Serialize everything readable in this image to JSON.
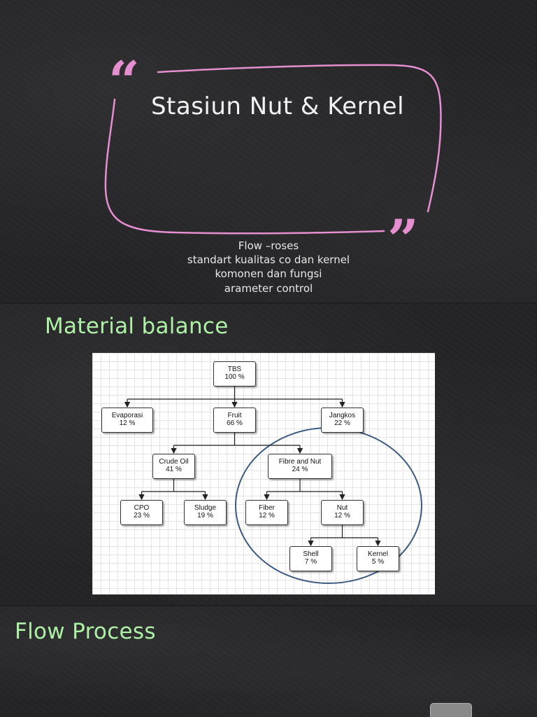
{
  "slide1": {
    "title": "Stasiun Nut & Kernel",
    "quote_open": "“",
    "quote_close": "”",
    "lines": [
      "Flow –roses",
      "standart kualitas co dan kernel",
      "komonen dan fungsi",
      "arameter control"
    ],
    "accent_color": "#e58fd0"
  },
  "slide2": {
    "title": "Material balance",
    "diagram": {
      "nodes": [
        {
          "id": "tbs",
          "label": "TBS",
          "value": "100 %"
        },
        {
          "id": "evaporasi",
          "label": "Evaporasi",
          "value": "12 %"
        },
        {
          "id": "fruit",
          "label": "Fruit",
          "value": "66 %"
        },
        {
          "id": "jangkos",
          "label": "Jangkos",
          "value": "22 %"
        },
        {
          "id": "crude-oil",
          "label": "Crude Oil",
          "value": "41 %"
        },
        {
          "id": "fibre-nut",
          "label": "Fibre and Nut",
          "value": "24 %"
        },
        {
          "id": "cpo",
          "label": "CPO",
          "value": "23 %"
        },
        {
          "id": "sludge",
          "label": "Sludge",
          "value": "19 %"
        },
        {
          "id": "fiber",
          "label": "Fiber",
          "value": "12 %"
        },
        {
          "id": "nut",
          "label": "Nut",
          "value": "12 %"
        },
        {
          "id": "shell",
          "label": "Shell",
          "value": "7 %"
        },
        {
          "id": "kernel",
          "label": "Kernel",
          "value": "5 %"
        }
      ],
      "edges": [
        [
          "tbs",
          "evaporasi"
        ],
        [
          "tbs",
          "fruit"
        ],
        [
          "tbs",
          "jangkos"
        ],
        [
          "fruit",
          "crude-oil"
        ],
        [
          "fruit",
          "fibre-nut"
        ],
        [
          "crude-oil",
          "cpo"
        ],
        [
          "crude-oil",
          "sludge"
        ],
        [
          "fibre-nut",
          "fiber"
        ],
        [
          "fibre-nut",
          "nut"
        ],
        [
          "nut",
          "shell"
        ],
        [
          "nut",
          "kernel"
        ]
      ],
      "highlight_color": "#3d5a80"
    },
    "title_color": "#aef0a6"
  },
  "slide3": {
    "title": "Flow Process"
  }
}
